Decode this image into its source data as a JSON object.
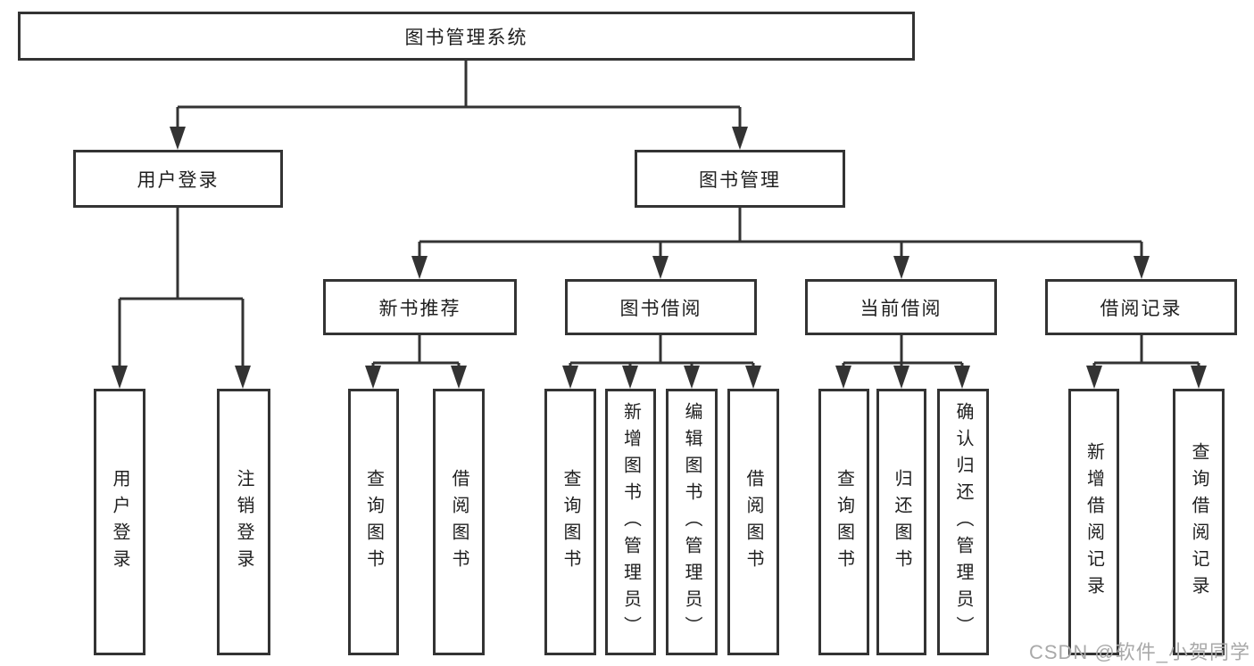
{
  "diagram": {
    "root": {
      "label": "图书管理系统"
    },
    "level1": [
      {
        "label": "用户登录"
      },
      {
        "label": "图书管理"
      }
    ],
    "level2": [
      {
        "label": "新书推荐",
        "parent": "图书管理"
      },
      {
        "label": "图书借阅",
        "parent": "图书管理"
      },
      {
        "label": "当前借阅",
        "parent": "图书管理"
      },
      {
        "label": "借阅记录",
        "parent": "图书管理"
      }
    ],
    "leaves": [
      {
        "label": "用户登录",
        "parent": "用户登录"
      },
      {
        "label": "注销登录",
        "parent": "用户登录"
      },
      {
        "label": "查询图书",
        "parent": "新书推荐"
      },
      {
        "label": "借阅图书",
        "parent": "新书推荐"
      },
      {
        "label": "查询图书",
        "parent": "图书借阅"
      },
      {
        "label": "新增图书（管理员）",
        "parent": "图书借阅"
      },
      {
        "label": "编辑图书（管理员）",
        "parent": "图书借阅"
      },
      {
        "label": "借阅图书",
        "parent": "图书借阅"
      },
      {
        "label": "查询图书",
        "parent": "当前借阅"
      },
      {
        "label": "归还图书",
        "parent": "当前借阅"
      },
      {
        "label": "确认归还（管理员）",
        "parent": "当前借阅"
      },
      {
        "label": "新增借阅记录",
        "parent": "借阅记录"
      },
      {
        "label": "查询借阅记录",
        "parent": "借阅记录"
      }
    ]
  },
  "watermark": {
    "text": "CSDN @软件_小贺同学"
  },
  "colors": {
    "line": "#333333",
    "text": "#1f1f1f",
    "background": "#ffffff",
    "watermark": "#a9a9a9"
  }
}
